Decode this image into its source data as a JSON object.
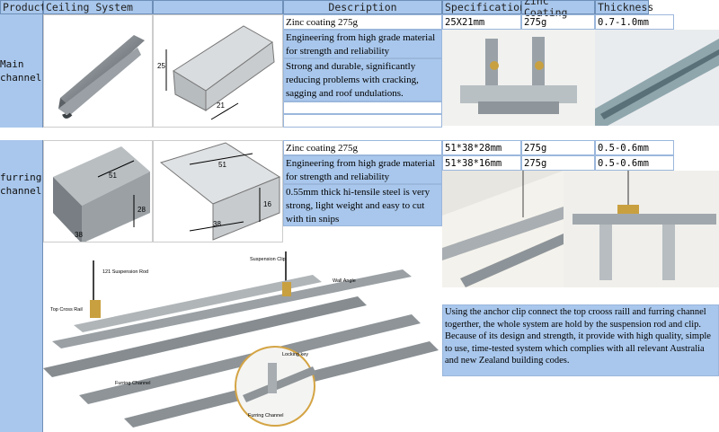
{
  "header": {
    "product": "Product",
    "ceiling_system": "Ceiling System",
    "description": "Description",
    "specification": "Specification",
    "zinc_coating": "Zinc Coating",
    "thickness": "Thickness"
  },
  "main_channel": {
    "label_line1": "Main",
    "label_line2": "channel",
    "desc": [
      "Zinc coating 275g",
      "Engineering from high grade material for strength and reliability",
      "Strong and durable, significantly reducing problems with cracking, sagging and roof undulations."
    ],
    "spec": "25X21mm",
    "zinc": "275g",
    "thickness": "0.7-1.0mm",
    "dim_height": "25",
    "dim_width": "21"
  },
  "furring_channel": {
    "label_line1": "furring",
    "label_line2": "channel",
    "desc": [
      "Zinc coating 275g",
      "Engineering from high grade material for strength and reliability",
      "0.55mm thick hi-tensile steel is very strong, light weight and easy to cut with tin snips"
    ],
    "rows": [
      {
        "spec": "51*38*28mm",
        "zinc": "275g",
        "thickness": "0.5-0.6mm"
      },
      {
        "spec": "51*38*16mm",
        "zinc": "275g",
        "thickness": "0.5-0.6mm"
      }
    ],
    "dim_a": "51",
    "dim_b": "28",
    "dim_c": "38",
    "dim_d": "51",
    "dim_e": "16",
    "dim_f": "38"
  },
  "diagram": {
    "suspension_rod": "121 Suspension Rod",
    "suspension_clip": "Suspension Clip",
    "wall_angle": "Wall Angle",
    "top_cross_rail": "Top Cross Rail",
    "locking_key": "Locking key",
    "furring_channel": "Furring Channel",
    "furring_channel_2": "Furring Channel"
  },
  "note": "Using the anchor clip connect the top crooss raill and furring channel togerther,  the whole system are hold by the suspension rod and clip. Because of its design and strength, it provide with high quality, simple to use, time-tested system which complies with all relevant Australia and new Zealand building codes."
}
